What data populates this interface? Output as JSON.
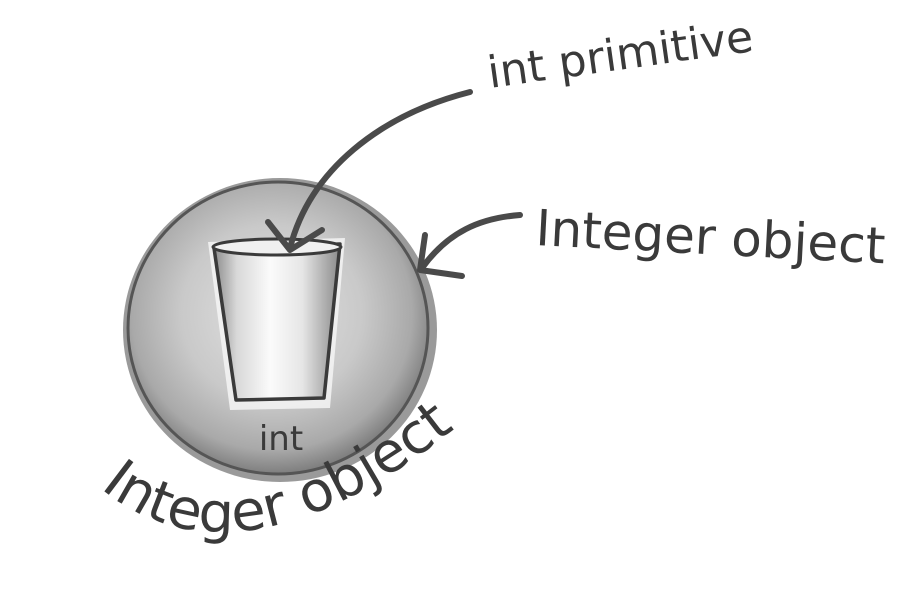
{
  "labels": {
    "int_primitive": "int primitive",
    "integer_object_callout": "Integer object",
    "cup_label": "int",
    "integer_object_curved": "Integer object"
  },
  "colors": {
    "ink": "#3a3a3a",
    "ball_outer": "#8e8e8e",
    "ball_mid": "#b9b9b9",
    "ball_inner": "#d6d6d6",
    "cup_light": "#f4f4f4",
    "cup_shadow": "#9a9a9a"
  },
  "icons": {
    "ball": "sphere-icon",
    "cup": "cup-icon"
  }
}
